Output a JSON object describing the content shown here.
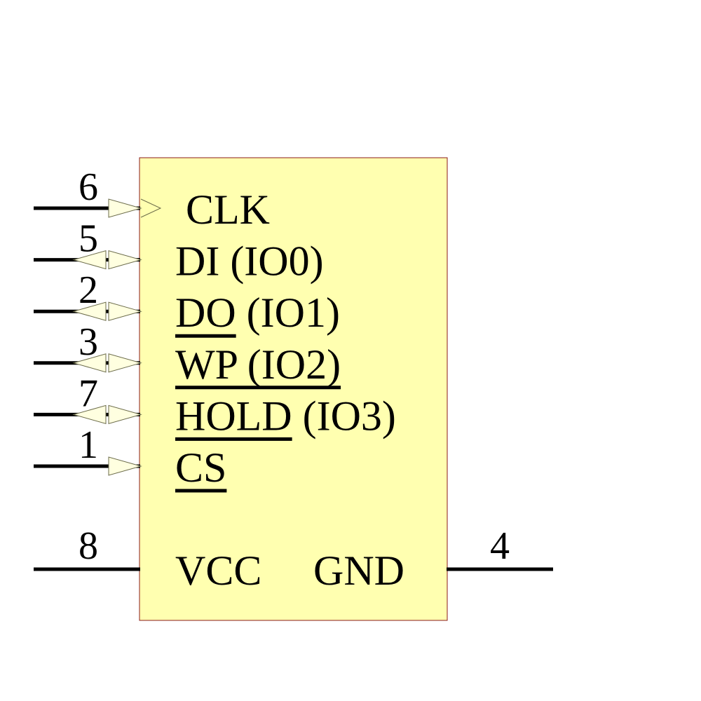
{
  "body_color": "#ffffb0",
  "outline_color": "#8b1a1a",
  "pins": [
    {
      "number": "6",
      "parts": [
        {
          "text": "CLK",
          "overbar": false
        }
      ],
      "direction": "clock"
    },
    {
      "number": "5",
      "parts": [
        {
          "text": "DI",
          "overbar": false
        },
        {
          "text": " (IO0)",
          "overbar": false
        }
      ],
      "direction": "bidirectional"
    },
    {
      "number": "2",
      "parts": [
        {
          "text": "DO",
          "overbar": true
        },
        {
          "text": " (IO1)",
          "overbar": false
        }
      ],
      "direction": "bidirectional"
    },
    {
      "number": "3",
      "parts": [
        {
          "text": "WP (IO2)",
          "overbar": true
        }
      ],
      "direction": "bidirectional"
    },
    {
      "number": "7",
      "parts": [
        {
          "text": "HOLD",
          "overbar": true
        },
        {
          "text": " (IO3)",
          "overbar": false
        }
      ],
      "direction": "bidirectional"
    },
    {
      "number": "1",
      "parts": [
        {
          "text": "CS",
          "overbar": true
        }
      ],
      "direction": "input"
    }
  ],
  "power": {
    "vcc": {
      "number": "8",
      "name": "VCC"
    },
    "gnd": {
      "number": "4",
      "name": "GND"
    }
  }
}
